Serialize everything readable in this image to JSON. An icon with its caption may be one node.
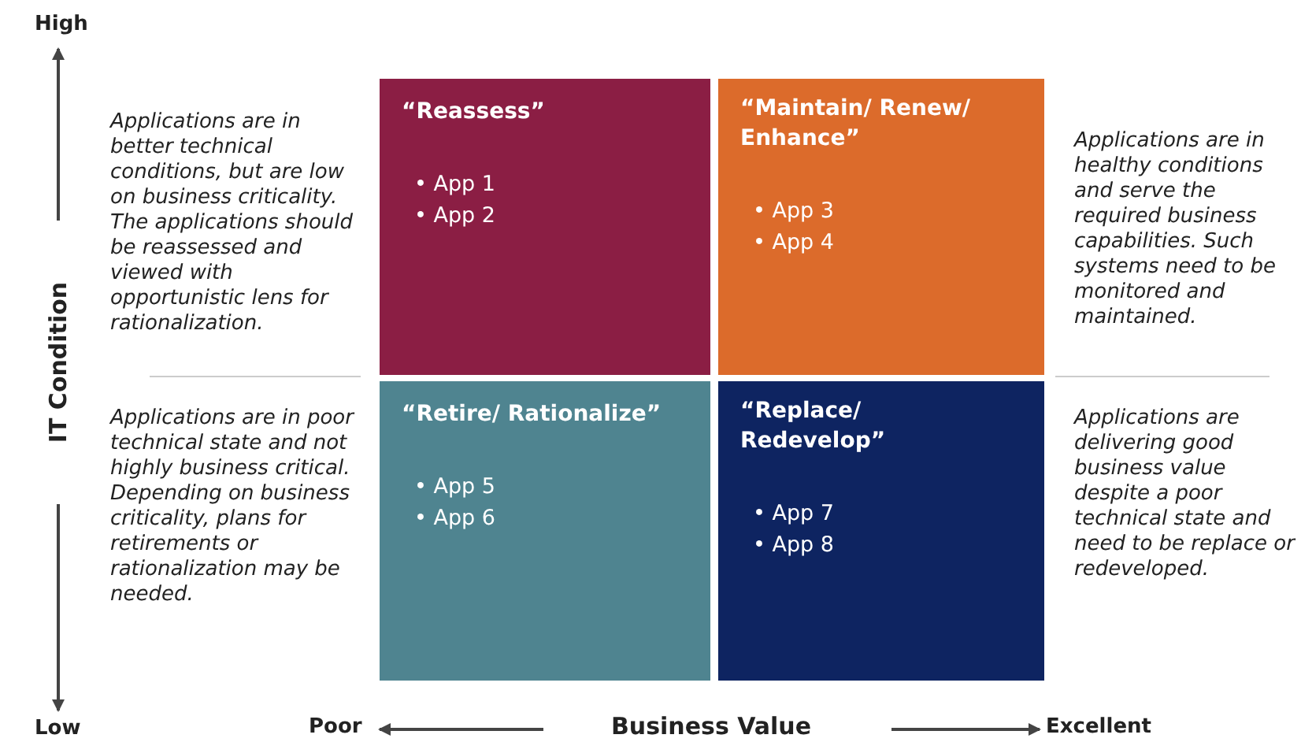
{
  "diagram": {
    "nodes": [
      {
        "text": [
          "“Reassess”",
          "• App 1",
          "• App 2"
        ]
      },
      {
        "text": [
          "“Maintain/ Renew/ Enhance”",
          "• App 3",
          "• App 4"
        ]
      },
      {
        "text": [
          "“Retire/ Rationalize”",
          "• App 5",
          "• App 6"
        ]
      },
      {
        "text": [
          "“Replace/ Redevelop”",
          "• App 7",
          "• App 8"
        ]
      }
    ],
    "edges": [],
    "labels": [
      "High",
      "Applications are in better technical conditions, but are low on business criticality. The applications should be reassessed and viewed with opportunistic lens for rationalization.",
      "Applications are in healthy conditions and serve the required business capabilities. Such systems need to be monitored and maintained.",
      "IT Condition",
      "Applications are in poor technical state and not highly business critical. Depending on business criticality, plans for retirements or rationalization may be needed.",
      "Applications are delivering good business value despite a poor technical state and need to be replace or redeveloped.",
      "Low",
      "Poor",
      "Business Value",
      "Excellent"
    ]
  }
}
